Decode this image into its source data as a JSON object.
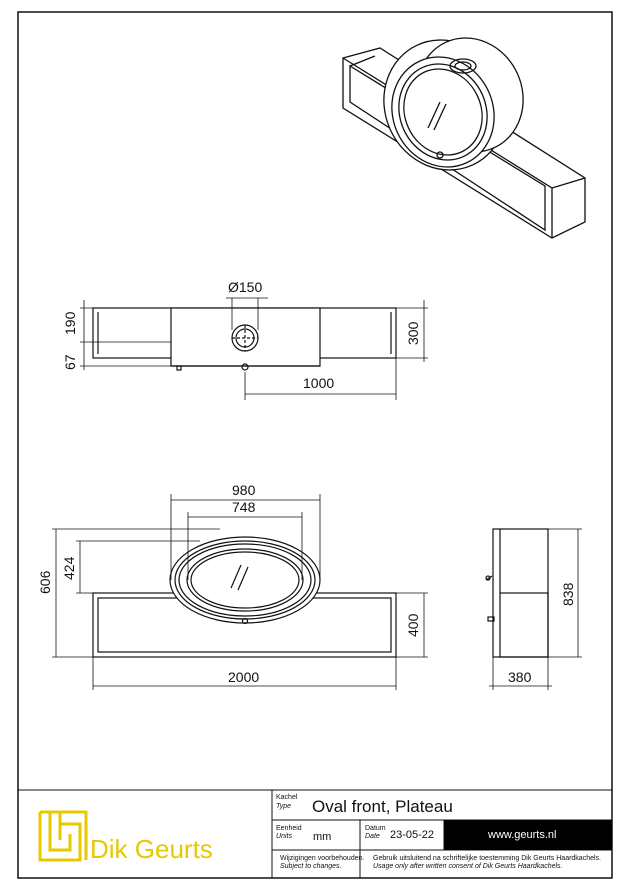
{
  "dimensions": {
    "front_diameter": "Ø150",
    "front_h190": "190",
    "front_h67": "67",
    "front_h300": "300",
    "front_w1000": "1000",
    "mid_w980": "980",
    "mid_w748": "748",
    "mid_h606": "606",
    "mid_h424": "424",
    "mid_h400": "400",
    "mid_w2000": "2000",
    "side_h838": "838",
    "side_w380": "380"
  },
  "title_block": {
    "logo_text": "Dik Geurts",
    "type_label_nl": "Kachel",
    "type_label_en": "Type",
    "title": "Oval front, Plateau",
    "unit_label_nl": "Eenheid",
    "unit_label_en": "Units",
    "unit_value": "mm",
    "date_label_nl": "Datum",
    "date_label_en": "Date",
    "date_value": "23-05-22",
    "website": "www.geurts.nl",
    "changes_nl": "Wijzigingen voorbehouden.",
    "changes_en": "Subject to changes.",
    "usage_nl": "Gebruik uitsluitend na schriftelijke toestemming Dik Geurts Haardkachels.",
    "usage_en": "Usage only after written consent of Dik Geurts Haardkachels."
  },
  "colors": {
    "line": "#111111",
    "logo": "#e8c800",
    "url_bg": "#000000"
  }
}
